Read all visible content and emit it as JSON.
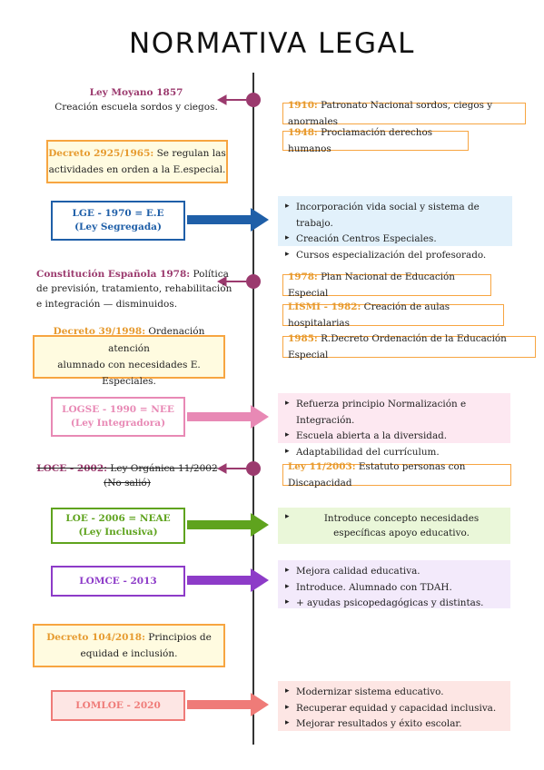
{
  "title": "NORMATIVA LEGAL",
  "colors": {
    "axis": "#333333",
    "dot": "#9b3a6e",
    "orange": "#f7a541",
    "blue": "#1f5fa8",
    "pink": "#e889b5",
    "green": "#5fa31e",
    "purple": "#8d3bc8",
    "coral": "#ef7b78"
  },
  "left": {
    "moyano": {
      "name": "Ley Moyano 1857",
      "text": "Creación escuela sordos y ciegos."
    },
    "decreto2925": {
      "label": "Decreto 2925/1965:",
      "text": " Se regulan las",
      "text2": "actividades en orden a la E.especial."
    },
    "lge": {
      "line1": "LGE - 1970 = E.E",
      "line2": "(Ley Segregada)"
    },
    "constitucion": {
      "label": "Constitución Española 1978:",
      "text": " Política",
      "text2": "de previsión, tratamiento, rehabilitación",
      "text3": "e integración — disminuidos."
    },
    "decreto39": {
      "label": "Decreto 39/1998:",
      "text": " Ordenación atención",
      "text2": "alumnado con necesidades E. Especiales."
    },
    "logse": {
      "line1": "LOGSE - 1990 = NEE",
      "line2": "(Ley Integradora)"
    },
    "loce": {
      "line1": "LOCE - 2002: Ley Orgánica 11/2002",
      "line2": "(No salió)"
    },
    "loe": {
      "line1": "LOE - 2006 = NEAE",
      "line2": "(Ley Inclusiva)"
    },
    "lomce": {
      "line1": "LOMCE - 2013"
    },
    "decreto104": {
      "label": "Decreto 104/2018:",
      "text": " Principios de",
      "text2": "equidad e inclusión."
    },
    "lomloe": {
      "line1": "LOMLOE - 2020"
    }
  },
  "right": {
    "b1910": {
      "label": "1910:",
      "text": " Patronato Nacional sordos, ciegos y anormales"
    },
    "b1948": {
      "label": "1948:",
      "text": " Proclamación derechos humanos"
    },
    "lge_items": [
      "Incorporación vida social y sistema de trabajo.",
      "Creación Centros Especiales.",
      "Cursos especialización del profesorado."
    ],
    "b1978": {
      "label": "1978:",
      "text": " Plan Nacional de Educación Especial"
    },
    "lismi": {
      "label": "LISMI - 1982:",
      "text": " Creación de aulas hospitalarias"
    },
    "b1985": {
      "label": "1985:",
      "text": " R.Decreto Ordenación de la Educación Especial"
    },
    "logse_items": [
      "Refuerza principio Normalización e Integración.",
      "Escuela abierta a la diversidad.",
      "Adaptabilidad del currículum."
    ],
    "ley11": {
      "label": "Ley 11/2003:",
      "text": " Estatuto personas con Discapacidad"
    },
    "loe_item": "Introduce concepto necesidades específicas apoyo educativo.",
    "lomce_items": [
      "Mejora calidad educativa.",
      "Introduce. Alumnado con TDAH.",
      "+ ayudas psicopedagógicas y distintas."
    ],
    "lomloe_items": [
      "Modernizar sistema educativo.",
      "Recuperar equidad y capacidad inclusiva.",
      "Mejorar resultados y éxito escolar."
    ]
  }
}
